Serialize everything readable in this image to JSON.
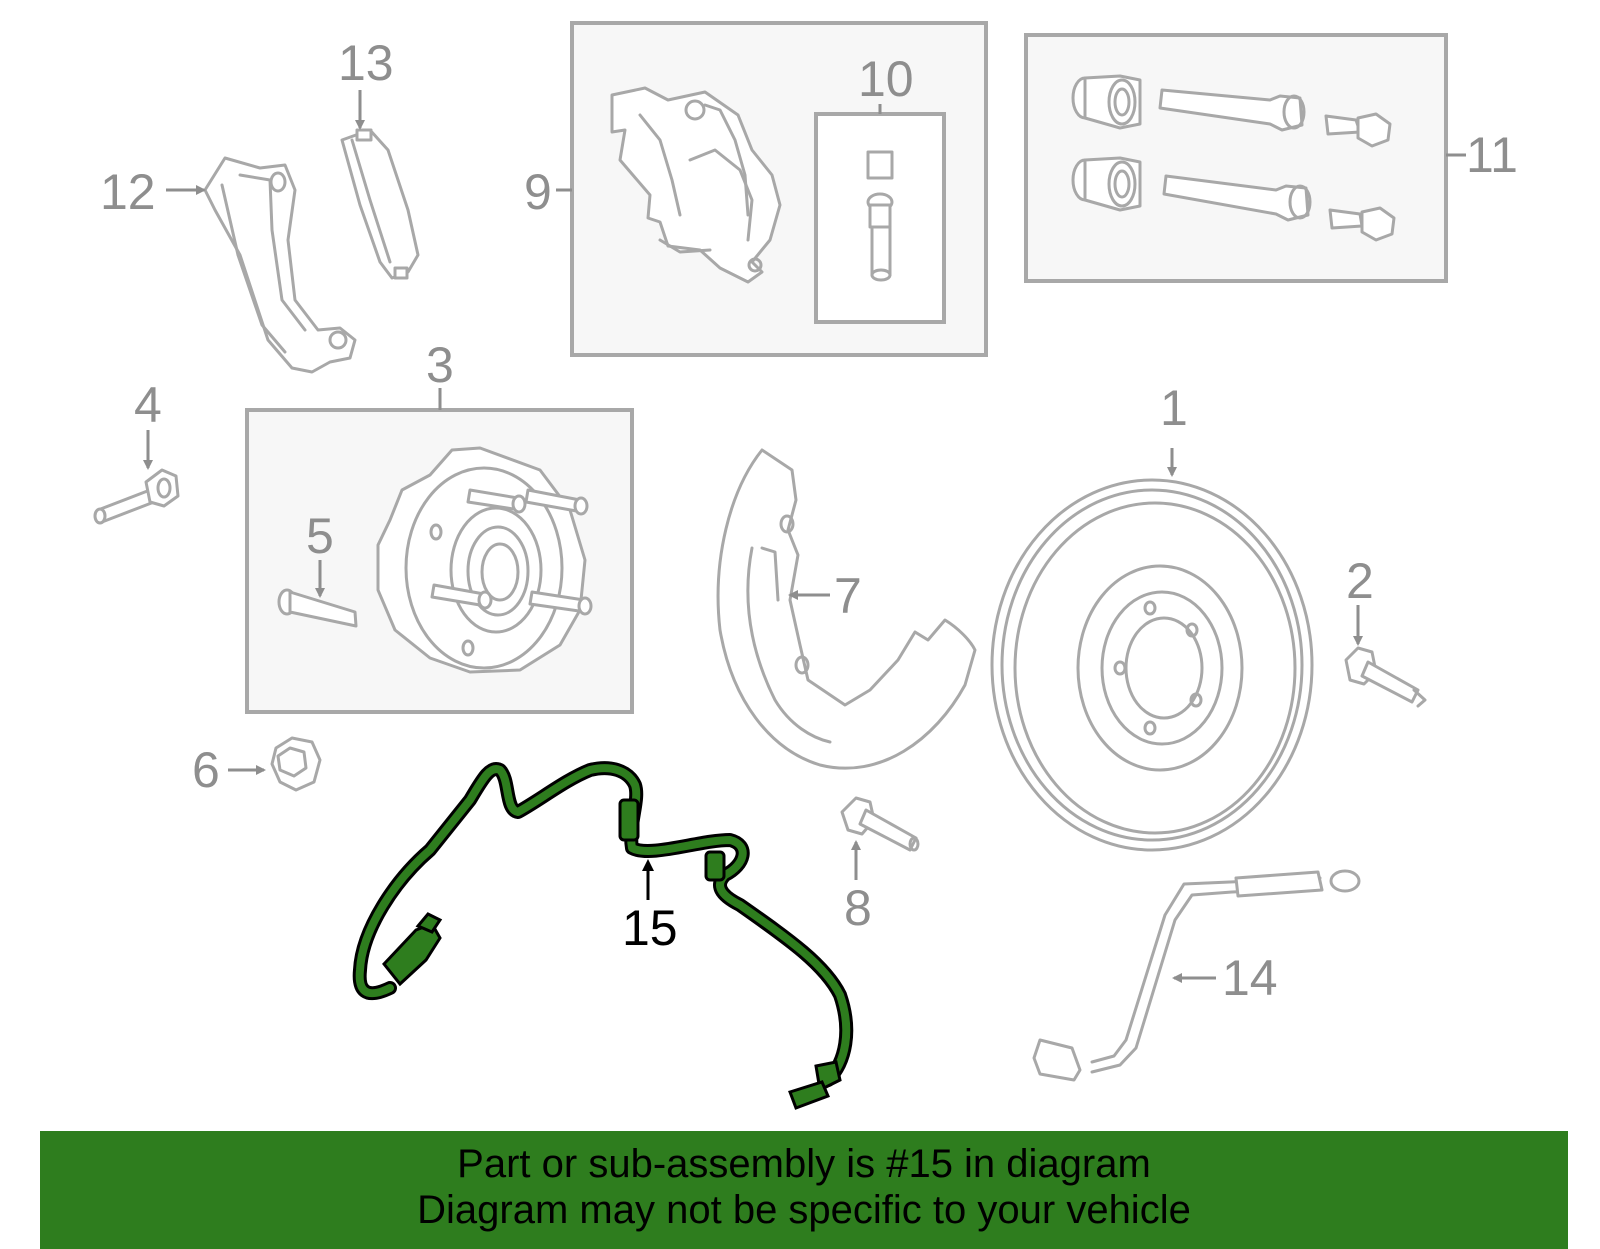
{
  "diagram": {
    "callouts": {
      "c1": "1",
      "c2": "2",
      "c3": "3",
      "c4": "4",
      "c5": "5",
      "c6": "6",
      "c7": "7",
      "c8": "8",
      "c9": "9",
      "c10": "10",
      "c11": "11",
      "c12": "12",
      "c13": "13",
      "c14": "14",
      "c15": "15"
    },
    "highlight_part": "15",
    "highlight_color": "#2e7d1e",
    "line_color": "#a8a8a8"
  },
  "banner": {
    "line1": "Part or sub-assembly is #15 in diagram",
    "line2": "Diagram may not be specific to your vehicle",
    "background": "#2e7d1e"
  }
}
